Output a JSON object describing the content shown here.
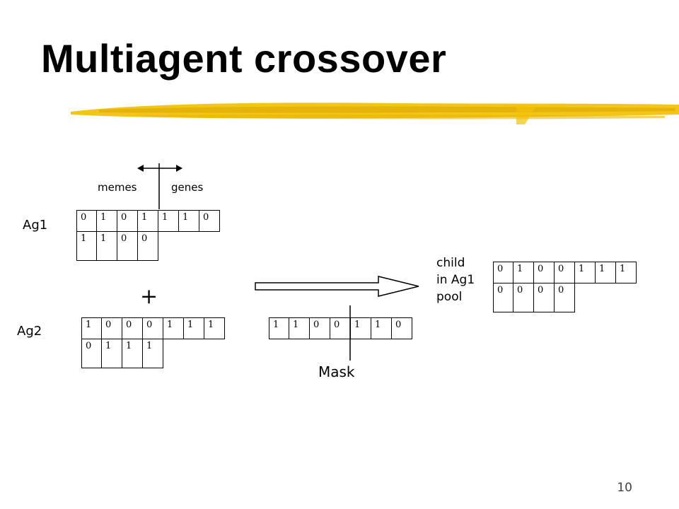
{
  "slide": {
    "title": "Multiagent crossover",
    "page_number": "10"
  },
  "accent": {
    "brush": "#f2c20a",
    "brush_dark": "#d9a400"
  },
  "labels": {
    "memes": "memes",
    "genes": "genes",
    "ag1": "Ag1",
    "ag2": "Ag2",
    "plus": "+",
    "mask": "Mask",
    "child_line1": "child",
    "child_line2": "in Ag1",
    "child_line3": "pool"
  },
  "ag1": {
    "genes": [
      "0",
      "1",
      "0",
      "1",
      "1",
      "1",
      "0"
    ],
    "memes": [
      "1",
      "1",
      "0",
      "0"
    ]
  },
  "ag2": {
    "genes": [
      "1",
      "0",
      "0",
      "0",
      "1",
      "1",
      "1"
    ],
    "memes": [
      "0",
      "1",
      "1",
      "1"
    ]
  },
  "mask": {
    "bits": [
      "1",
      "1",
      "0",
      "0",
      "1",
      "1",
      "0"
    ]
  },
  "child": {
    "genes": [
      "0",
      "1",
      "0",
      "0",
      "1",
      "1",
      "1"
    ],
    "memes": [
      "0",
      "0",
      "0",
      "0"
    ]
  }
}
